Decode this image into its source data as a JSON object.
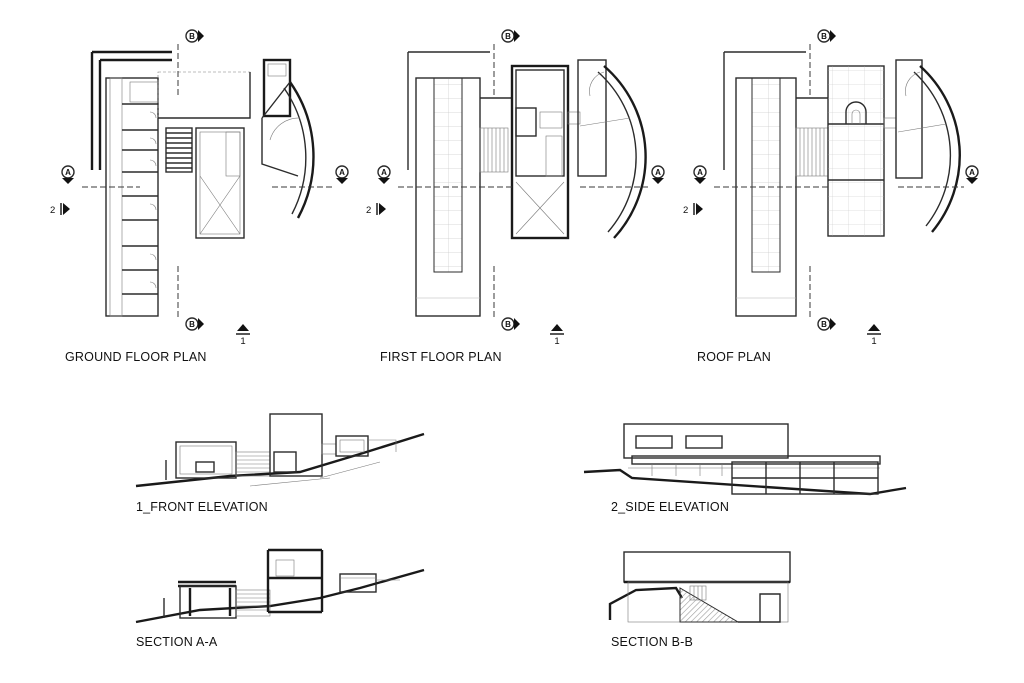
{
  "plans": [
    {
      "title": "GROUND FLOOR PLAN"
    },
    {
      "title": "FIRST FLOOR PLAN"
    },
    {
      "title": "ROOF PLAN"
    }
  ],
  "drawings": [
    {
      "title": "1_FRONT ELEVATION"
    },
    {
      "title": "2_SIDE ELEVATION"
    },
    {
      "title": "SECTION A-A"
    },
    {
      "title": "SECTION B-B"
    }
  ],
  "markers": {
    "section_a": "A",
    "section_b": "B",
    "elevation_1": "1",
    "elevation_2": "2"
  },
  "colors": {
    "line": "#2b2b2b",
    "grid": "#b5b5b5",
    "hatch": "#9a9a9a"
  }
}
